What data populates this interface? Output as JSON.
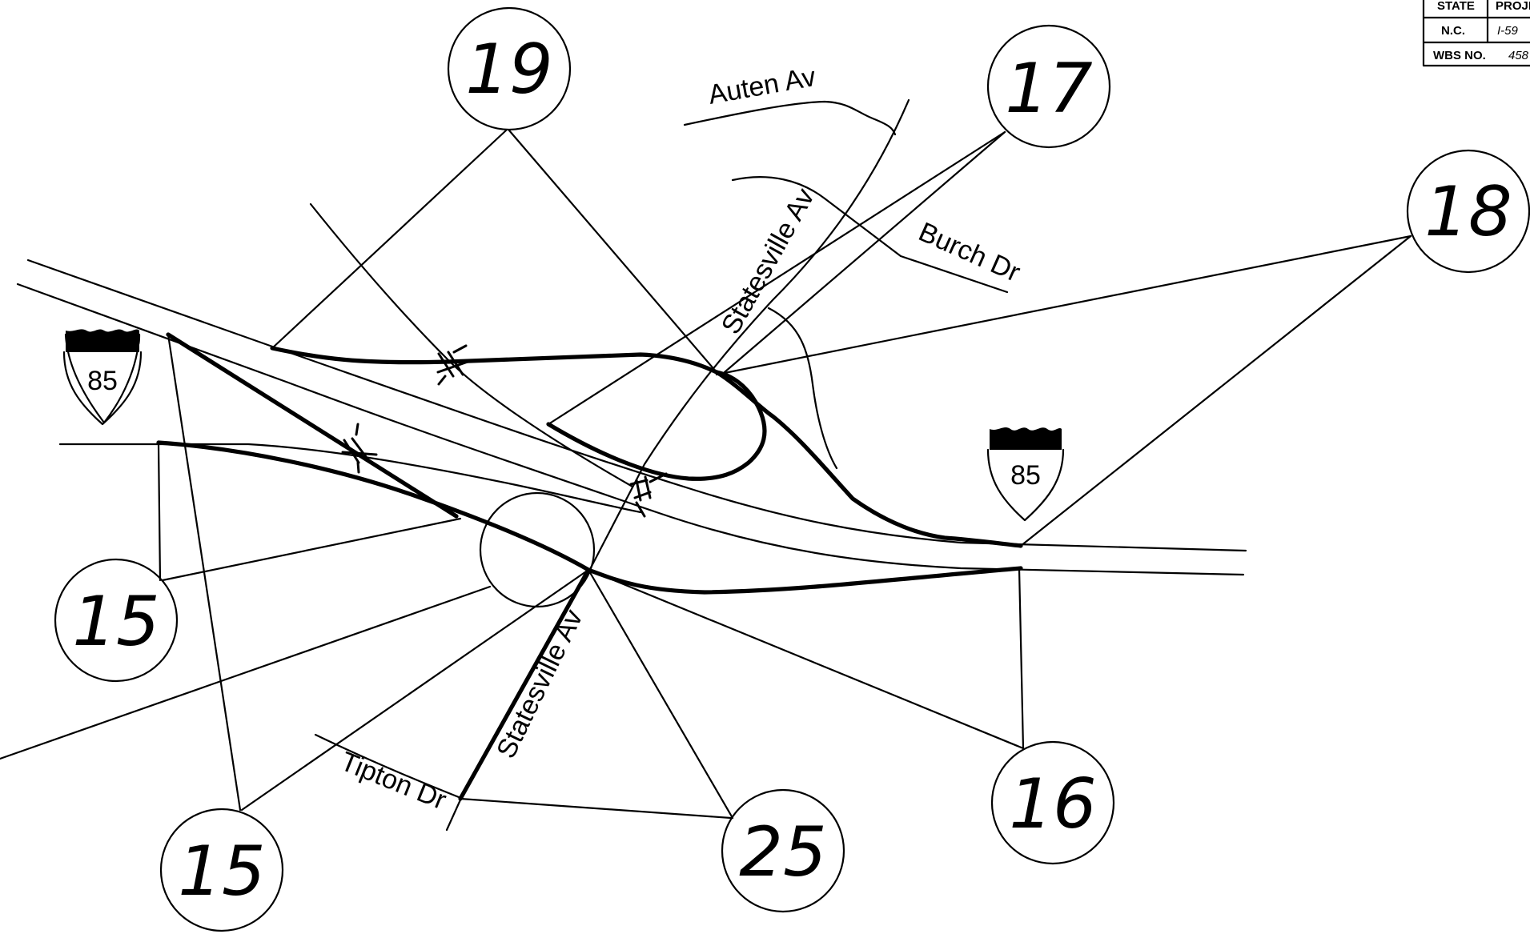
{
  "title_block": {
    "header_state": "STATE",
    "header_project": "PROJE",
    "state_value": "N.C.",
    "project_value": "I-59",
    "wbs_label": "WBS NO.",
    "wbs_value": "458"
  },
  "roads": {
    "auten": "Auten Av",
    "statesville_north": "Statesville Av",
    "burch": "Burch Dr",
    "statesville_south": "Statesville Av",
    "tipton": "Tipton Dr"
  },
  "shields": {
    "west": "85",
    "east": "85"
  },
  "nodes": {
    "n19": "19",
    "n17": "17",
    "n18": "18",
    "n15_left": "15",
    "n15_bottom": "15",
    "n25": "25",
    "n16": "16"
  }
}
